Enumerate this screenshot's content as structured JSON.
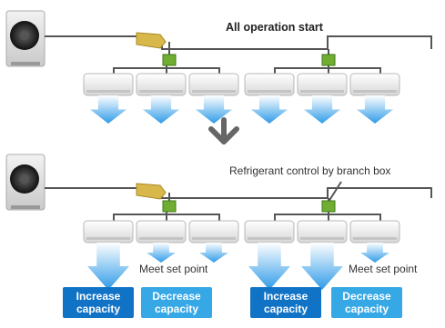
{
  "labels": {
    "all_start": "All operation start",
    "refrigerant_control": "Refrigerant control by branch box",
    "meet_left": "Meet set point",
    "meet_right": "Meet set point"
  },
  "boxes": [
    {
      "line1": "Increase",
      "line2": "capacity",
      "kind": "increase"
    },
    {
      "line1": "Decrease",
      "line2": "capacity",
      "kind": "decrease"
    },
    {
      "line1": "Increase",
      "line2": "capacity",
      "kind": "increase"
    },
    {
      "line1": "Decrease",
      "line2": "capacity",
      "kind": "decrease"
    }
  ],
  "colors": {
    "pipe": "#555555",
    "branch_box": "#6fae32",
    "branch_kit": "#d8b84a",
    "increase_box": "#1173c6",
    "decrease_box": "#36a8e6",
    "airflow": "#2f9be8",
    "transition_arrow": "#666666"
  }
}
